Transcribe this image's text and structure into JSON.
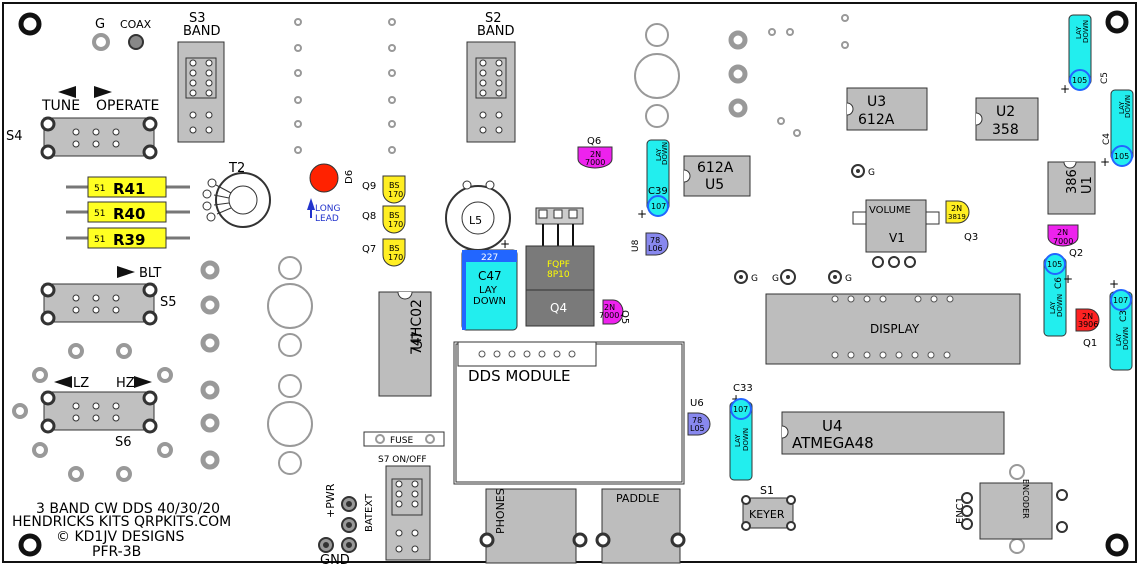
{
  "colors": {
    "board": "#ffffff",
    "outline": "#111111",
    "part_gray": "#bdbdbd",
    "pin_gray": "#9e9e9e",
    "resistor": "#ffff22",
    "cap_cyan": "#22eeee",
    "trans_magenta": "#ee22ee",
    "trans_yellow": "#ffee22",
    "reg_blue": "#8888ee",
    "cap_blue": "#2266ff",
    "cap_red": "#ff2222",
    "led_red": "#ff2200",
    "label_yellow": "#ffff00"
  },
  "labels": {
    "g_top": "G",
    "coax": "COAX",
    "s3": "S3",
    "s3_band": "BAND",
    "s2": "S2",
    "s2_band": "BAND",
    "tune": "TUNE",
    "operate": "OPERATE",
    "s4": "S4",
    "t2": "T2",
    "d6": "D6",
    "long": "LONG",
    "lead": "LEAD",
    "r41": "R41",
    "r40": "R40",
    "r39": "R39",
    "r41_pre": "51",
    "r40_pre": "51",
    "r39_pre": "51",
    "q9": "Q9",
    "q8": "Q8",
    "q7": "Q7",
    "bs": "BS",
    "b170": "170",
    "q6": "Q6",
    "q6_2n": "2N",
    "q6_num": "7000",
    "l5": "L5",
    "c47_val": "227",
    "c47": "C47",
    "lay": "LAY",
    "down": "DOWN",
    "fqpf": "FQPF",
    "fqpf_num": "8P10",
    "q4": "Q4",
    "q5": "Q5",
    "q5_2n": "2N",
    "q5_num": "7000",
    "c39": "C39",
    "c39_val": "107",
    "u5_part": "612A",
    "u5": "U5",
    "u8": "U8",
    "u8_78": "78",
    "u8_l": "L06",
    "u3": "U3",
    "u3_part": "612A",
    "u2": "U2",
    "u2_part": "358",
    "c5": "C5",
    "c5_val": "105",
    "c4": "C4",
    "c4_val": "105",
    "u1": "U1",
    "u1_part": "386",
    "g_mid": "G",
    "volume": "VOLUME",
    "v1": "V1",
    "q3": "Q3",
    "q3_2n": "2N",
    "q3_num": "3819",
    "q2": "Q2",
    "q2_2n": "2N",
    "q2_num": "7000",
    "c6": "C6",
    "c6_val": "105",
    "c3": "C3",
    "c3_val": "107",
    "q1": "Q1",
    "q1_2n": "2N",
    "q1_num": "3906",
    "g1": "G",
    "g2": "G",
    "g3": "G",
    "display": "DISPLAY",
    "blt": "BLT",
    "s5": "S5",
    "u7_part": "74HC02",
    "u7": "U7",
    "dds": "DDS MODULE",
    "lz": "LZ",
    "hz": "HZ",
    "s6": "S6",
    "u6": "U6",
    "u6_78": "78",
    "u6_l": "L05",
    "c33": "C33",
    "c33_val": "107",
    "u4": "U4",
    "u4_part": "ATMEGA48",
    "fuse": "FUSE",
    "s7": "S7 ON/OFF",
    "pwr": "+PWR",
    "batext": "BATEXT",
    "gnd": "GND",
    "phones": "PHONES",
    "paddle": "PADDLE",
    "s1": "S1",
    "keyer": "KEYER",
    "enc1": "ENC1",
    "encoder": "ENCODER",
    "title_1": "3 BAND CW DDS 40/30/20",
    "title_2": "HENDRICKS KITS QRPKITS.COM",
    "title_3": "© KD1JV DESIGNS",
    "title_4": "PFR-3B"
  }
}
